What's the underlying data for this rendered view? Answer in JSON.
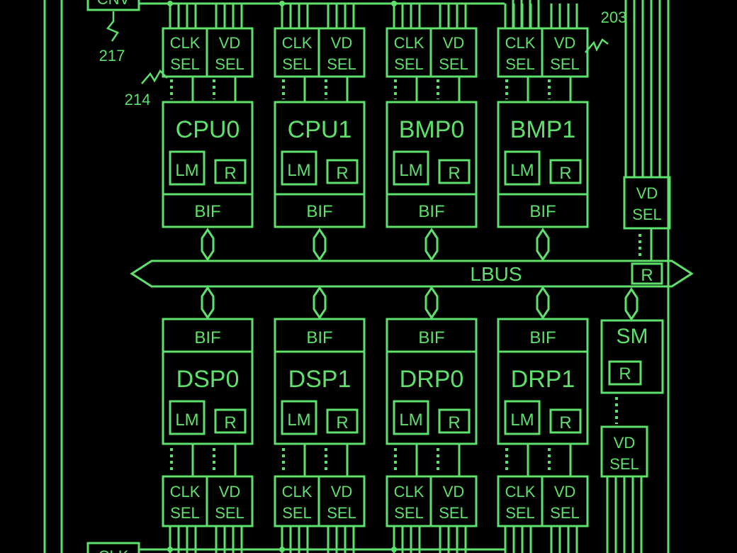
{
  "colors": {
    "background": "#000000",
    "line": "#5ee06c"
  },
  "top_box_partial": "CNV",
  "bottom_box_partial": "CLK",
  "refs": {
    "r217": "217",
    "r214": "214",
    "r203": "203"
  },
  "top_modules": [
    {
      "name": "CPU0",
      "lm": "LM",
      "r": "R",
      "bif": "BIF",
      "clk": [
        "CLK",
        "SEL"
      ],
      "vd": [
        "VD",
        "SEL"
      ]
    },
    {
      "name": "CPU1",
      "lm": "LM",
      "r": "R",
      "bif": "BIF",
      "clk": [
        "CLK",
        "SEL"
      ],
      "vd": [
        "VD",
        "SEL"
      ]
    },
    {
      "name": "BMP0",
      "lm": "LM",
      "r": "R",
      "bif": "BIF",
      "clk": [
        "CLK",
        "SEL"
      ],
      "vd": [
        "VD",
        "SEL"
      ]
    },
    {
      "name": "BMP1",
      "lm": "LM",
      "r": "R",
      "bif": "BIF",
      "clk": [
        "CLK",
        "SEL"
      ],
      "vd": [
        "VD",
        "SEL"
      ]
    }
  ],
  "bottom_modules": [
    {
      "name": "DSP0",
      "lm": "LM",
      "r": "R",
      "bif": "BIF",
      "clk": [
        "CLK",
        "SEL"
      ],
      "vd": [
        "VD",
        "SEL"
      ]
    },
    {
      "name": "DSP1",
      "lm": "LM",
      "r": "R",
      "bif": "BIF",
      "clk": [
        "CLK",
        "SEL"
      ],
      "vd": [
        "VD",
        "SEL"
      ]
    },
    {
      "name": "DRP0",
      "lm": "LM",
      "r": "R",
      "bif": "BIF",
      "clk": [
        "CLK",
        "SEL"
      ],
      "vd": [
        "VD",
        "SEL"
      ]
    },
    {
      "name": "DRP1",
      "lm": "LM",
      "r": "R",
      "bif": "BIF",
      "clk": [
        "CLK",
        "SEL"
      ],
      "vd": [
        "VD",
        "SEL"
      ]
    }
  ],
  "bus": {
    "label": "LBUS",
    "r": "R"
  },
  "bus_vd": [
    "VD",
    "SEL"
  ],
  "sm": {
    "name": "SM",
    "r": "R"
  },
  "sm_vd": [
    "VD",
    "SEL"
  ]
}
